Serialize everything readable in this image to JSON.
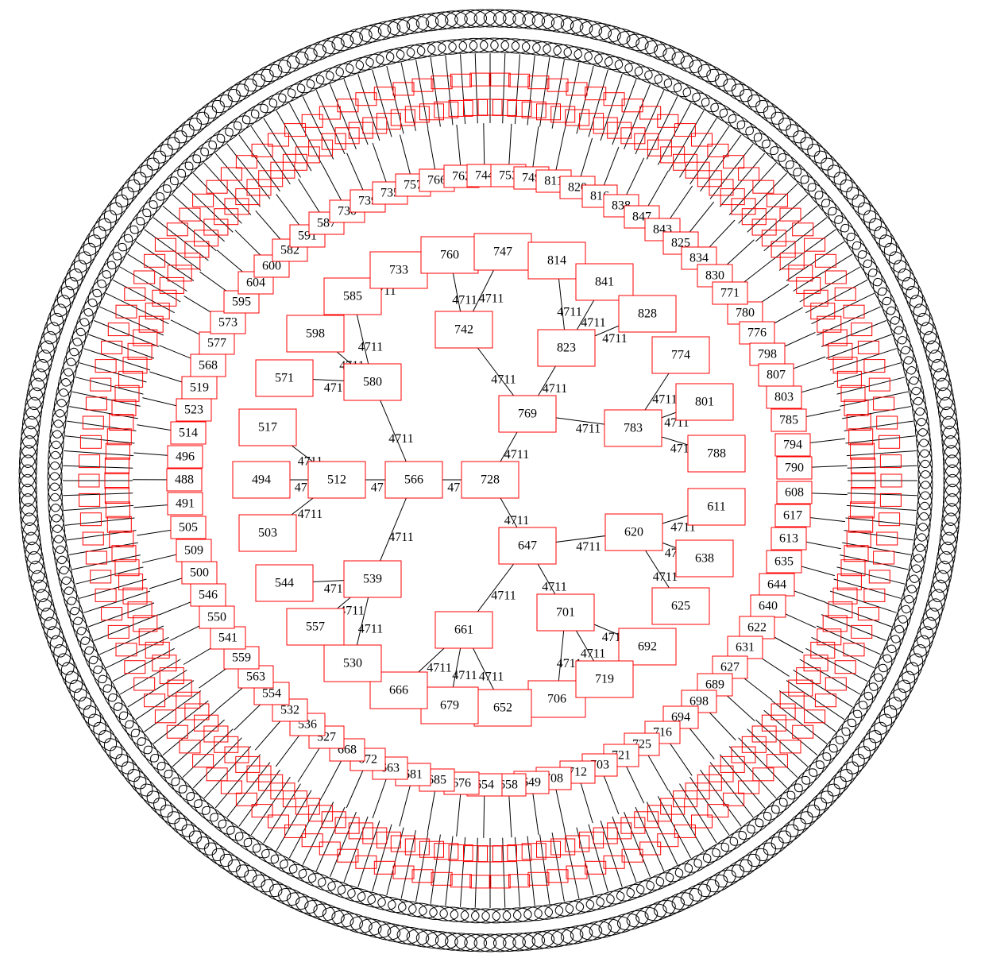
{
  "graph": {
    "edge_label": "4711",
    "colors": {
      "node_border": "#ff0000",
      "edge": "#000000",
      "background": "#ffffff"
    },
    "core_nodes": [
      "728",
      "566",
      "512",
      "494",
      "517",
      "503",
      "580",
      "571",
      "598",
      "585",
      "733",
      "760",
      "742",
      "747",
      "769",
      "814",
      "823",
      "841",
      "828",
      "774",
      "783",
      "801",
      "788",
      "611",
      "620",
      "638",
      "647",
      "625",
      "701",
      "661",
      "692",
      "706",
      "719",
      "652",
      "679",
      "666",
      "530",
      "539",
      "557",
      "544",
      "488",
      "496",
      "491",
      "505",
      "514",
      "523",
      "519",
      "509",
      "500",
      "568",
      "577",
      "573",
      "595",
      "604",
      "600",
      "582",
      "591",
      "587",
      "730",
      "739",
      "735",
      "757",
      "766",
      "762",
      "744",
      "753",
      "749",
      "811",
      "820",
      "816",
      "838",
      "847",
      "843",
      "825",
      "834",
      "830",
      "780",
      "771",
      "776",
      "798",
      "807",
      "803",
      "785",
      "794",
      "790",
      "608",
      "617",
      "613",
      "635",
      "644",
      "640",
      "622",
      "631",
      "627",
      "689",
      "698",
      "694",
      "716",
      "725",
      "721",
      "703",
      "712",
      "708",
      "649",
      "658",
      "654",
      "676",
      "685",
      "681",
      "663",
      "672",
      "668",
      "527",
      "536",
      "532",
      "554",
      "563",
      "559",
      "541",
      "550",
      "546"
    ],
    "core_edges": [
      [
        "728",
        "566"
      ],
      [
        "566",
        "512"
      ],
      [
        "512",
        "494"
      ],
      [
        "512",
        "517"
      ],
      [
        "512",
        "503"
      ],
      [
        "566",
        "580"
      ],
      [
        "580",
        "571"
      ],
      [
        "580",
        "598"
      ],
      [
        "580",
        "585"
      ],
      [
        "585",
        "733"
      ],
      [
        "728",
        "769"
      ],
      [
        "769",
        "742"
      ],
      [
        "742",
        "760"
      ],
      [
        "742",
        "747"
      ],
      [
        "769",
        "823"
      ],
      [
        "823",
        "814"
      ],
      [
        "823",
        "841"
      ],
      [
        "823",
        "828"
      ],
      [
        "769",
        "783"
      ],
      [
        "783",
        "774"
      ],
      [
        "783",
        "801"
      ],
      [
        "783",
        "788"
      ],
      [
        "728",
        "647"
      ],
      [
        "647",
        "620"
      ],
      [
        "620",
        "611"
      ],
      [
        "620",
        "638"
      ],
      [
        "620",
        "625"
      ],
      [
        "647",
        "701"
      ],
      [
        "701",
        "692"
      ],
      [
        "701",
        "706"
      ],
      [
        "701",
        "719"
      ],
      [
        "647",
        "661"
      ],
      [
        "661",
        "652"
      ],
      [
        "661",
        "679"
      ],
      [
        "661",
        "666"
      ],
      [
        "566",
        "539"
      ],
      [
        "539",
        "530"
      ],
      [
        "539",
        "557"
      ],
      [
        "539",
        "544"
      ]
    ]
  }
}
